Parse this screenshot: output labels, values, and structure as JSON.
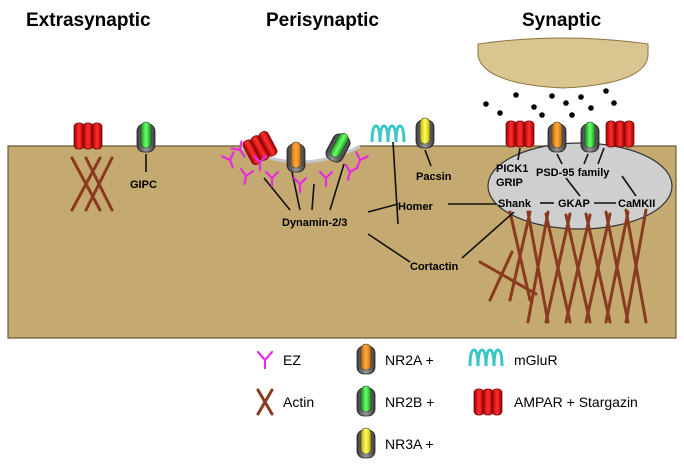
{
  "regions": {
    "extrasynaptic": "Extrasynaptic",
    "perisynaptic": "Perisynaptic",
    "synaptic": "Synaptic"
  },
  "labels": {
    "gipc": "GIPC",
    "dynamin": "Dynamin-2/3",
    "pacsin": "Pacsin",
    "homer": "Homer",
    "cortactin": "Cortactin",
    "pick1": "PICK1",
    "grip": "GRIP",
    "psd95": "PSD-95 family",
    "shank": "Shank",
    "gkap": "GKAP",
    "camkii": "CaMKII"
  },
  "legend": {
    "ez": "EZ",
    "actin": "Actin",
    "nr2a": "NR2A +",
    "nr2b": "NR2B +",
    "nr3a": "NR3A +",
    "mglur": "mGluR",
    "ampar": "AMPAR + Stargazin"
  },
  "colors": {
    "membrane": "#c4aa70",
    "presynaptic": "#d9c590",
    "psd": "#cfcfcf",
    "ampar": "#e01818",
    "nr2a": "#f5921e",
    "nr2b": "#2ee52e",
    "nr3a": "#f2ee18",
    "nmda_body": "#707070",
    "mglur": "#3ac6c6",
    "ez": "#e82be0",
    "actin": "#8a3a1e"
  }
}
